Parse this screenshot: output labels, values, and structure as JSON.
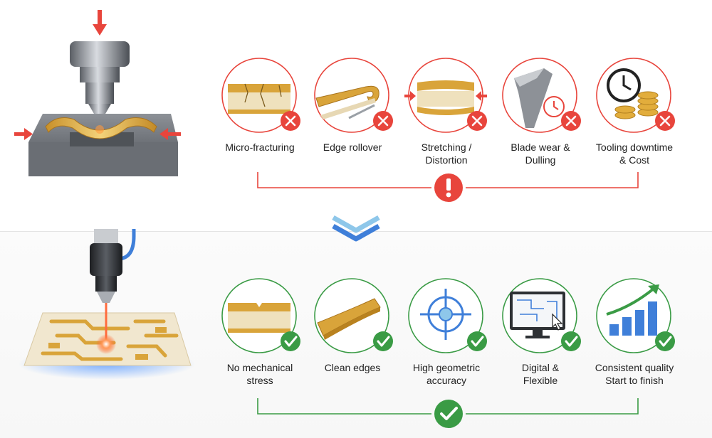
{
  "problems": [
    {
      "label": "Micro-fracturing",
      "icon": "cracked-layer-icon"
    },
    {
      "label": "Edge rollover",
      "icon": "curled-edge-icon"
    },
    {
      "label": "Stretching /\nDistortion",
      "icon": "stretched-layer-icon"
    },
    {
      "label": "Blade wear &\nDulling",
      "icon": "worn-blade-clock-icon"
    },
    {
      "label": "Tooling downtime\n& Cost",
      "icon": "clock-coins-icon"
    }
  ],
  "benefits": [
    {
      "label": "No mechanical\nstress",
      "icon": "clean-layer-icon"
    },
    {
      "label": "Clean edges",
      "icon": "clean-curved-edge-icon"
    },
    {
      "label": "High geometric\naccuracy",
      "icon": "crosshair-target-icon"
    },
    {
      "label": "Digital &\nFlexible",
      "icon": "monitor-cursor-icon"
    },
    {
      "label": "Consistent quality\nStart to finish",
      "icon": "growth-chart-icon"
    }
  ],
  "colors": {
    "problem": "#e8453c",
    "benefit": "#3a9b45",
    "accent_blue": "#3f7fd9",
    "gold": "#d9a43a"
  }
}
